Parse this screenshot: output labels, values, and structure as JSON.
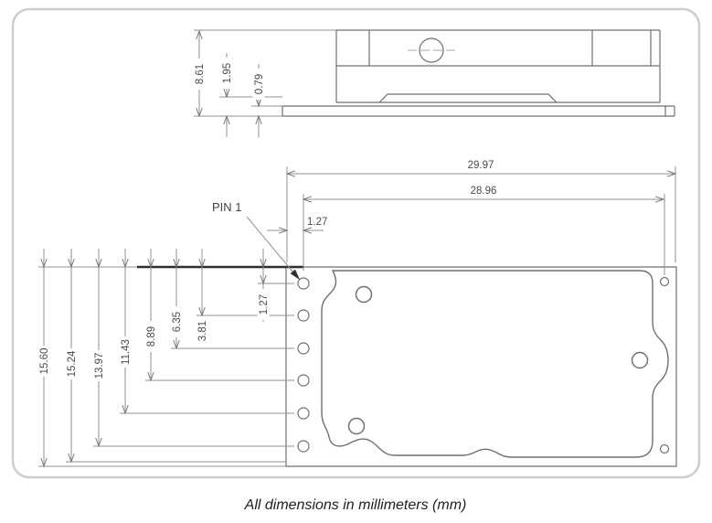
{
  "caption": "All dimensions in millimeters (mm)",
  "colors": {
    "outline": "#6f6f6f",
    "dimension_line": "#909090",
    "dimension_text": "#4a4a4a",
    "heavy_reference_line": "#2e2e2e",
    "border": "#c9ced2",
    "pin1_leader_arrow": "#2e2e2e"
  },
  "top_view": {
    "dim_height": "8.61",
    "dim_mid": "1.95",
    "dim_base": "0.79"
  },
  "plan_view": {
    "pin1_label": "PIN 1",
    "dim_overall_width": "29.97",
    "dim_pin_to_hole": "28.96",
    "dim_pin_offset_x": "1.27",
    "vertical_dims": [
      "15.60",
      "15.24",
      "13.97",
      "11.43",
      "8.89",
      "6.35",
      "3.81",
      "1.27"
    ]
  }
}
